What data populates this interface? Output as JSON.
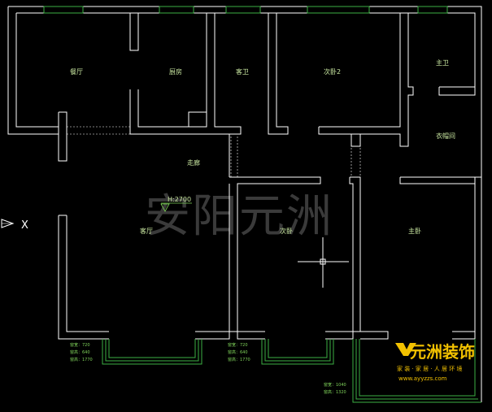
{
  "rooms": {
    "dining": "餐厅",
    "kitchen": "厨房",
    "guest_bath": "客卫",
    "bedroom2": "次卧2",
    "master_bath": "主卫",
    "cloakroom": "衣帽间",
    "corridor": "走廊",
    "living": "客厅",
    "bedroom": "次卧",
    "master_bedroom": "主卧"
  },
  "marker": {
    "height_label": "H:2700",
    "axis_letter": "X"
  },
  "window_notes": {
    "living": [
      "窗宽：720",
      "窗高：640",
      "窗高：1770"
    ],
    "bedroom": [
      "窗宽：720",
      "窗高：640",
      "窗高：1770"
    ],
    "master": [
      "窗宽：1040",
      "窗高：1320"
    ]
  },
  "watermark": "安阳元洲",
  "brand": {
    "name": "元洲装饰",
    "tagline": "家 装 · 家 居 · 人 居 环 境",
    "url": "www.ayyzzs.com"
  },
  "colors": {
    "wall": "#ffffff",
    "text": "#c8e6a0",
    "window": "#3cb043",
    "brand": "#f2c100"
  }
}
